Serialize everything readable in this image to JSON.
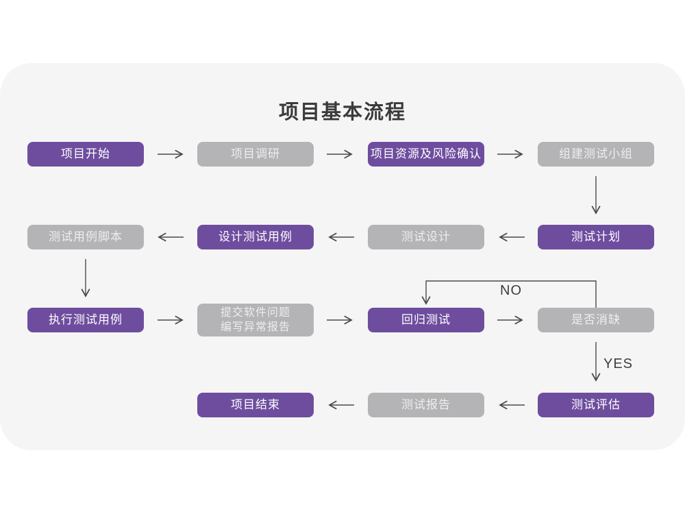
{
  "title": "项目基本流程",
  "colors": {
    "page_background": "#ffffff",
    "card_background": "#f5f5f6",
    "node_purple": "#6e4d9e",
    "node_gray": "#b4b3b6",
    "node_text": "#ffffff",
    "arrow": "#4a4a4a",
    "branch_label_text": "#3d3d3d",
    "title_text": "#3a3a3a"
  },
  "flowchart": {
    "nodes": [
      {
        "id": "project-start",
        "label": "项目开始",
        "variant": "purple"
      },
      {
        "id": "project-research",
        "label": "项目调研",
        "variant": "gray"
      },
      {
        "id": "resource-risk-confirm",
        "label": "项目资源及风险确认",
        "variant": "purple"
      },
      {
        "id": "build-test-team",
        "label": "组建测试小组",
        "variant": "gray"
      },
      {
        "id": "test-plan",
        "label": "测试计划",
        "variant": "purple"
      },
      {
        "id": "test-design",
        "label": "测试设计",
        "variant": "gray"
      },
      {
        "id": "design-test-cases",
        "label": "设计测试用例",
        "variant": "purple"
      },
      {
        "id": "test-case-script",
        "label": "测试用例脚本",
        "variant": "gray"
      },
      {
        "id": "execute-test-cases",
        "label": "执行测试用例",
        "variant": "purple"
      },
      {
        "id": "submit-issue-report",
        "label": "提交软件问题\n编写异常报告",
        "variant": "gray"
      },
      {
        "id": "regression-test",
        "label": "回归测试",
        "variant": "purple"
      },
      {
        "id": "defect-cleared",
        "label": "是否消缺",
        "variant": "gray"
      },
      {
        "id": "test-evaluation",
        "label": "测试评估",
        "variant": "purple"
      },
      {
        "id": "test-report",
        "label": "测试报告",
        "variant": "gray"
      },
      {
        "id": "project-end",
        "label": "项目结束",
        "variant": "purple"
      }
    ],
    "edges": [
      {
        "from": "项目开始",
        "to": "项目调研"
      },
      {
        "from": "项目调研",
        "to": "项目资源及风险确认"
      },
      {
        "from": "项目资源及风险确认",
        "to": "组建测试小组"
      },
      {
        "from": "组建测试小组",
        "to": "测试计划"
      },
      {
        "from": "测试计划",
        "to": "测试设计"
      },
      {
        "from": "测试设计",
        "to": "设计测试用例"
      },
      {
        "from": "设计测试用例",
        "to": "测试用例脚本"
      },
      {
        "from": "测试用例脚本",
        "to": "执行测试用例"
      },
      {
        "from": "执行测试用例",
        "to": "提交软件问题 编写异常报告"
      },
      {
        "from": "提交软件问题 编写异常报告",
        "to": "回归测试"
      },
      {
        "from": "回归测试",
        "to": "是否消缺"
      },
      {
        "from": "是否消缺",
        "to": "回归测试",
        "label": "NO"
      },
      {
        "from": "是否消缺",
        "to": "测试评估",
        "label": "YES"
      },
      {
        "from": "测试评估",
        "to": "测试报告"
      },
      {
        "from": "测试报告",
        "to": "项目结束"
      }
    ],
    "branch_labels": {
      "no": "NO",
      "yes": "YES"
    }
  }
}
